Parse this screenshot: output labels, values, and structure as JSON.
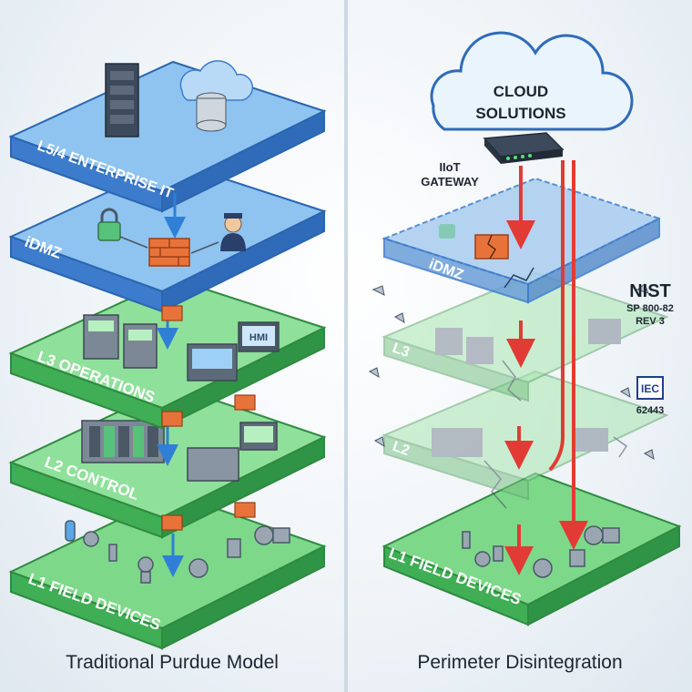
{
  "left": {
    "caption": "Traditional Purdue Model",
    "layers": {
      "enterprise": "L5/4 ENTERPRISE IT",
      "idmz": "iDMZ",
      "operations": "L3 OPERATIONS",
      "control": "L2 CONTROL",
      "field": "L1 FIELD DEVICES"
    },
    "hmi_label": "HMI"
  },
  "right": {
    "caption": "Perimeter Disintegration",
    "cloud": {
      "line1": "CLOUD",
      "line2": "SOLUTIONS"
    },
    "gateway": {
      "line1": "IIoT",
      "line2": "GATEWAY"
    },
    "layers": {
      "idmz": "iDMZ",
      "operations": "L3",
      "control": "L2",
      "field": "L1 FIELD DEVICES"
    },
    "nist": {
      "title": "NIST",
      "line1": "SP 800-82",
      "line2": "REV 3"
    },
    "iec": {
      "logo": "IEC",
      "number": "62443"
    }
  },
  "colors": {
    "blue_top": "#7fb4ea",
    "blue_side": "#3d7ccc",
    "green_top": "#7dd88a",
    "green_side": "#3fae55",
    "arrow_blue": "#2f7fd6",
    "arrow_red": "#e23b35",
    "firewall": "#e8733a"
  }
}
